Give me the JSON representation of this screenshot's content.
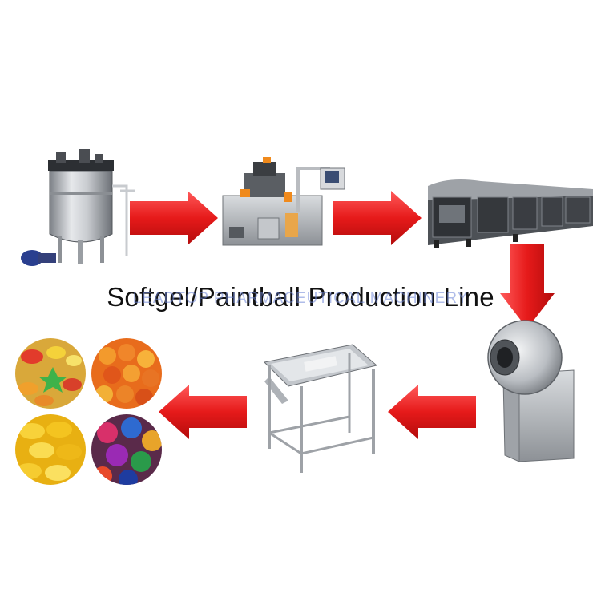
{
  "title": "Softgel/Paintball Production Line",
  "watermark": "LEADTOP PHARMACEUTICAL MACHINERY",
  "colors": {
    "arrow": "#e82020",
    "arrow_dark": "#b80d0d",
    "steel": "#bfc3c8",
    "machine_dark": "#3a3d42",
    "background": "#ffffff"
  },
  "steps": [
    {
      "name": "mixing-tank",
      "icon": "jacketed-tank-icon"
    },
    {
      "name": "encapsulation-machine",
      "icon": "softgel-encapsulator-icon"
    },
    {
      "name": "tumble-dryer",
      "icon": "drying-tunnel-icon"
    },
    {
      "name": "coating-pan",
      "icon": "coating-pan-icon"
    },
    {
      "name": "inspection-table",
      "icon": "inspection-table-icon"
    },
    {
      "name": "finished-products",
      "icon": "capsules-icon"
    }
  ]
}
